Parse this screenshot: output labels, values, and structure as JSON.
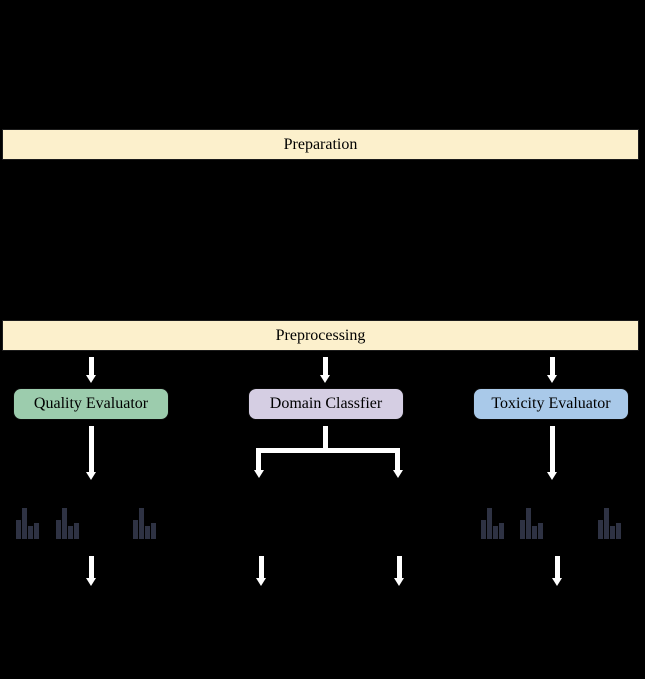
{
  "banners": {
    "preparation": "Preparation",
    "preprocessing": "Preprocessing"
  },
  "banner_fill": "#FCF0CC",
  "nodes": {
    "quality": {
      "label": "Quality Evaluator",
      "fill": "#9CCCAD"
    },
    "domain": {
      "label": "Domain Classfier",
      "fill": "#D5CEE3"
    },
    "toxicity": {
      "label": "Toxicity Evaluator",
      "fill": "#A9C9E9"
    }
  },
  "colors": {
    "background": "#000000",
    "arrow": "#FFFFFF",
    "text": "#000000",
    "histogram_bar": "#2E3243",
    "node_border": "#0A0A0A"
  },
  "icons": {
    "arrow": "arrow-down-icon",
    "histogram": "histogram-icon"
  }
}
